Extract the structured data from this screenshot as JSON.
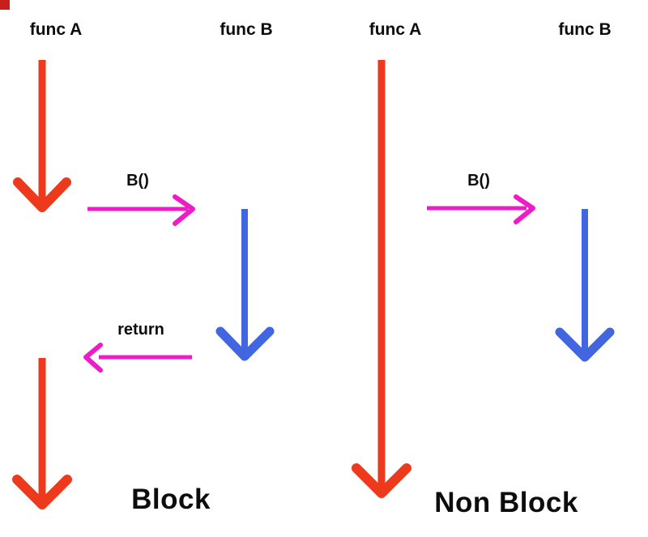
{
  "diagram": {
    "left": {
      "func_a_label": "func A",
      "func_b_label": "func B",
      "call_label": "B()",
      "return_label": "return",
      "caption": "Block"
    },
    "right": {
      "func_a_label": "func A",
      "func_b_label": "func B",
      "call_label": "B()",
      "caption": "Non Block"
    }
  },
  "colors": {
    "func_a_arrow": "#ee3a1c",
    "func_b_arrow": "#4166e0",
    "message_arrow": "#ee1cc6",
    "text": "#0d0d0d",
    "background": "#ffffff",
    "corner_mark": "#c52019"
  }
}
